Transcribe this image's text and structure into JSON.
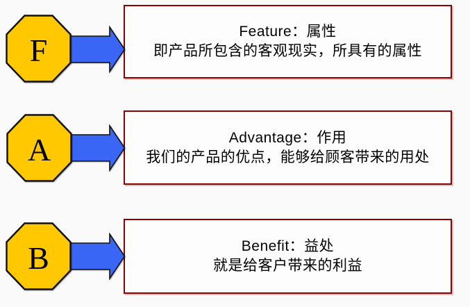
{
  "diagram": {
    "kind": "fab-model-flow",
    "colors": {
      "background": "#FAFAFA",
      "octagon_fill": "#FFC800",
      "octagon_border": "#111111",
      "arrow_fill": "#3966F4",
      "arrow_border": "#111111",
      "box_border": "#8B0000",
      "box_fill": "#FDFDFD",
      "text": "#000000"
    },
    "rows": [
      {
        "letter": "F",
        "title": "Feature：属性",
        "description": "即产品所包含的客观现实，所具有的属性"
      },
      {
        "letter": "A",
        "title": "Advantage：作用",
        "description": "我们的产品的优点，能够给顾客带来的用处"
      },
      {
        "letter": "B",
        "title": "Benefit：益处",
        "description": "就是给客户带来的利益"
      }
    ]
  }
}
